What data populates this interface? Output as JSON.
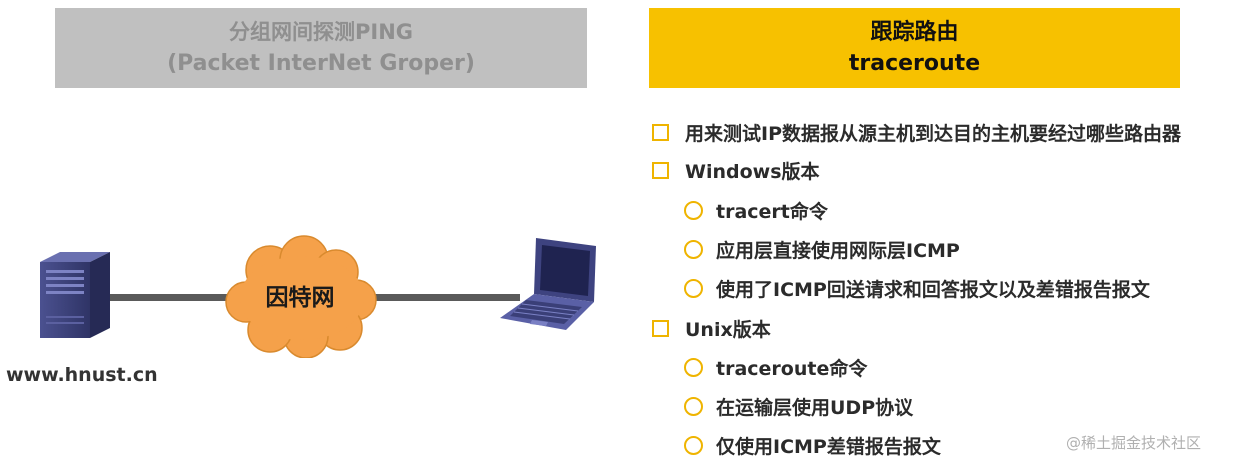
{
  "ping_banner": {
    "title": "分组网间探测PING",
    "subtitle": "(Packet InterNet Groper)"
  },
  "traceroute_banner": {
    "title": "跟踪路由",
    "subtitle": "traceroute"
  },
  "diagram": {
    "cloud_label": "因特网",
    "server_label": "www.hnust.cn",
    "server_icon": "server-icon",
    "laptop_icon": "laptop-icon",
    "cloud_icon": "cloud-icon",
    "colors": {
      "cloud": "#f5a14a",
      "server": "#3a3f78",
      "laptop": "#4a4f8f",
      "link": "#5a5a5a"
    }
  },
  "list": {
    "items": [
      {
        "level": 1,
        "text": "用来测试IP数据报从源主机到达目的主机要经过哪些路由器"
      },
      {
        "level": 1,
        "text": "Windows版本"
      },
      {
        "level": 2,
        "text": "tracert命令"
      },
      {
        "level": 2,
        "text": "应用层直接使用网际层ICMP"
      },
      {
        "level": 2,
        "text": "使用了ICMP回送请求和回答报文以及差错报告报文"
      },
      {
        "level": 1,
        "text": "Unix版本"
      },
      {
        "level": 2,
        "text": "traceroute命令"
      },
      {
        "level": 2,
        "text": "在运输层使用UDP协议"
      },
      {
        "level": 2,
        "text": "仅使用ICMP差错报告报文"
      }
    ],
    "bullet_color": "#efb400"
  },
  "watermark": "@稀土掘金技术社区",
  "colors": {
    "gray_banner": "#c0c0c0",
    "yellow_banner": "#f7c100"
  }
}
